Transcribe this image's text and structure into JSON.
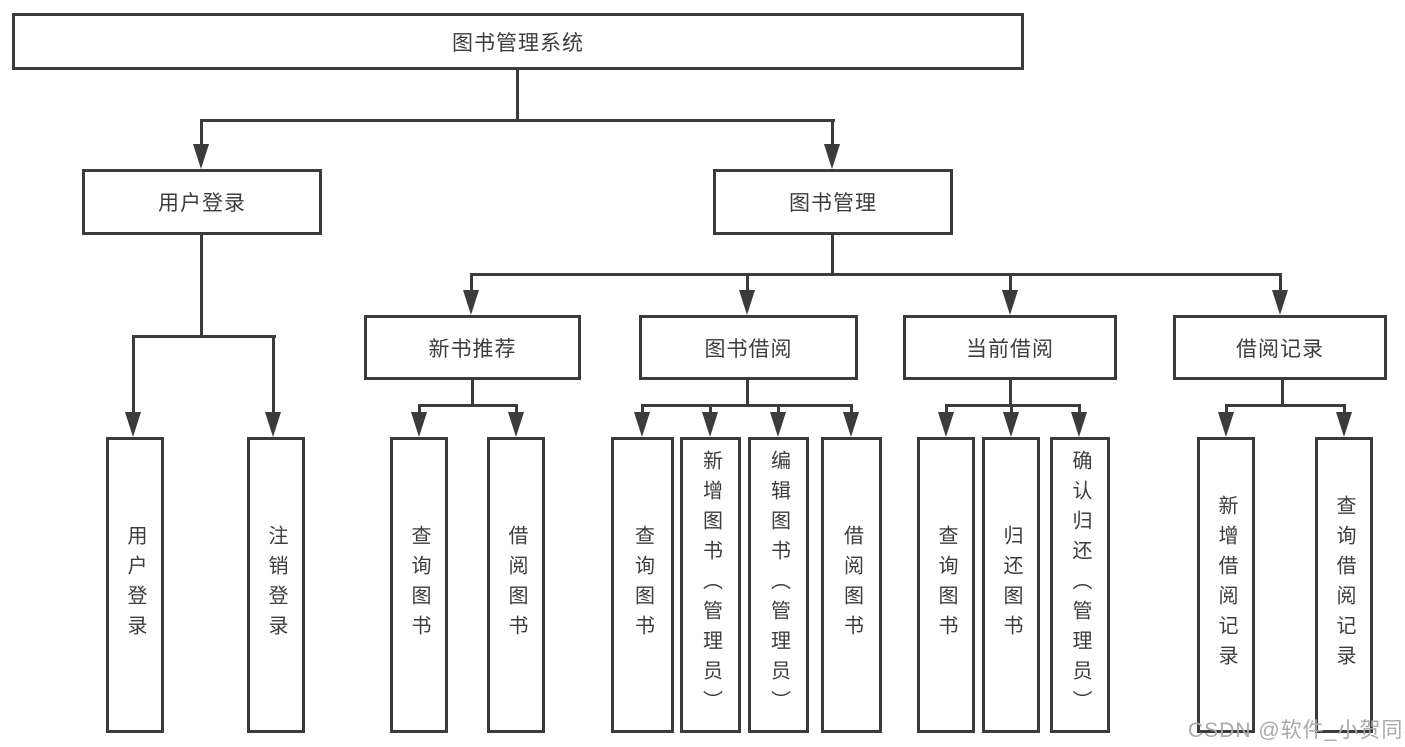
{
  "diagram": {
    "root": "图书管理系统",
    "branches": [
      {
        "label": "用户登录",
        "leaves": [
          "用户登录",
          "注销登录"
        ]
      },
      {
        "label": "图书管理",
        "groups": [
          {
            "label": "新书推荐",
            "leaves": [
              "查询图书",
              "借阅图书"
            ]
          },
          {
            "label": "图书借阅",
            "leaves": [
              "查询图书",
              "新增图书（管理员）",
              "编辑图书（管理员）",
              "借阅图书"
            ]
          },
          {
            "label": "当前借阅",
            "leaves": [
              "查询图书",
              "归还图书",
              "确认归还（管理员）"
            ]
          },
          {
            "label": "借阅记录",
            "leaves": [
              "新增借阅记录",
              "查询借阅记录"
            ]
          }
        ]
      }
    ]
  },
  "watermark": "CSDN @软件_小贺同学",
  "colors": {
    "line": "#3b3b3b",
    "text": "#3d3d3d",
    "watermark": "#a9a9a9",
    "background": "#ffffff"
  }
}
